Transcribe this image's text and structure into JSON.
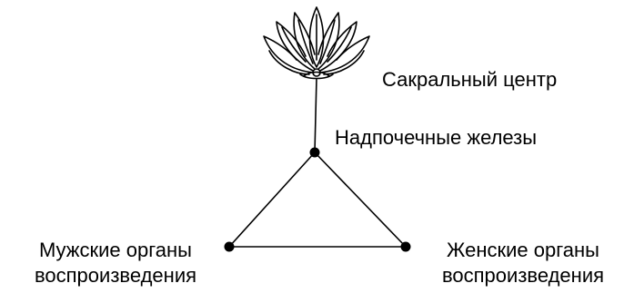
{
  "nodes": {
    "sacral": {
      "label": "Сакральный центр"
    },
    "adrenal": {
      "label": "Надпочечные железы"
    },
    "male": {
      "label_line1": "Мужские органы",
      "label_line2": "воспроизведения"
    },
    "female": {
      "label_line1": "Женские органы",
      "label_line2": "воспроизведения"
    }
  },
  "icons": {
    "lotus": "lotus-flower-icon"
  },
  "colors": {
    "ink": "#000000",
    "background": "#ffffff"
  }
}
